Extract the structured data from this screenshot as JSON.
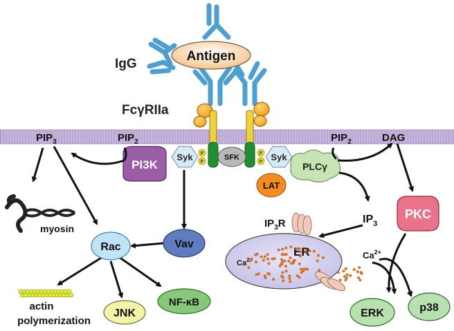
{
  "labels": {
    "igg": "IgG",
    "antigen": "Antigen",
    "receptor_prefix": "Fc",
    "receptor_gamma": "γ",
    "receptor_suffix": "RIIa",
    "pip3_left": "PIP",
    "pip3_left_sub": "3",
    "pip2_left": "PIP",
    "pip2_left_sub": "2",
    "pip2_right": "PIP",
    "pip2_right_sub": "2",
    "dag": "DAG",
    "pi3k": "PI3K",
    "syk_left": "Syk",
    "syk_right": "Syk",
    "sfk": "SFK",
    "phospho": "P",
    "lat": "LAT",
    "plc_prefix": "PLC",
    "plc_gamma": "γ",
    "ip3": "IP",
    "ip3_sub": "3",
    "ip3r": "IP",
    "ip3r_sub": "3",
    "ip3r_suffix": "R",
    "pkc": "PKC",
    "myosin": "myosin",
    "rac": "Rac",
    "vav": "Vav",
    "er": "ER",
    "ca_base": "Ca",
    "ca_sup": "2+",
    "actin_line1": "actin",
    "actin_line2": "polymerization",
    "jnk": "JNK",
    "nfkb": "NF-κB",
    "erk": "ERK",
    "p38": "p38"
  },
  "colors": {
    "membrane": "#c9b6de",
    "antibody": "#4d9fd0",
    "antigen": "#f6c48d",
    "receptor_head": "#f2a21c",
    "receptor_stalk": "#f2d23b",
    "receptor_tm": "#1f8f32",
    "pi3k": "#9b5ea6",
    "syk": "#d8eaf6",
    "phospho": "#f4e02e",
    "sfk": "#b8b8b8",
    "lat": "#f58c1f",
    "plc": "#c8e3b4",
    "pkc": "#e8738a",
    "rac": "#bfe4f6",
    "vav": "#5f7cc0",
    "er": "#c4c1e6",
    "calcium": "#d3702a",
    "ip3r": "#f1c9b8",
    "actin": "#e2ec3a",
    "jnk": "#f3f3a9",
    "nfkb": "#88c878",
    "erk": "#b9e0b0",
    "p38": "#b9e0b0"
  }
}
